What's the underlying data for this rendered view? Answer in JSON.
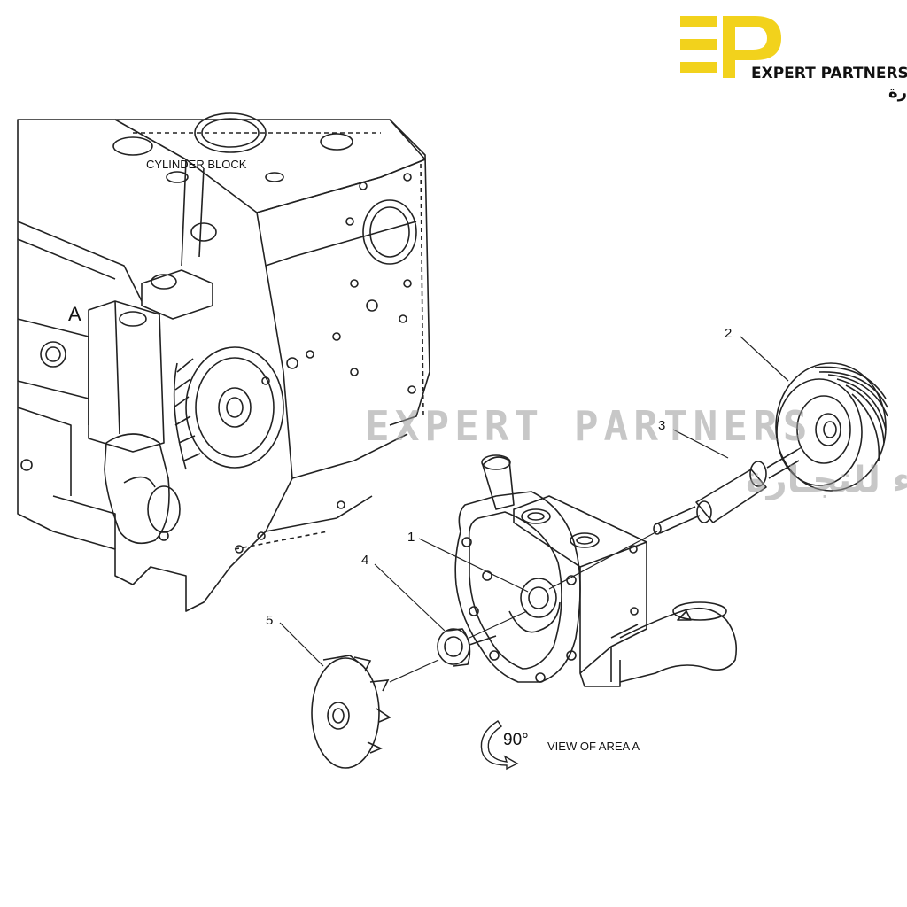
{
  "brand": {
    "name_en": "EXPERT PARTNERS",
    "name_ar": "شركـاء الخبـراء للتجـارة",
    "accent_color": "#F2D21C",
    "logo_icon": "ep-logo-icon"
  },
  "labels": {
    "cylinder_block": "CYLINDER BLOCK",
    "area_marker": "A",
    "rotation": "90°",
    "view_caption": "VIEW OF AREA A"
  },
  "callouts": [
    {
      "number": "1",
      "part": "water pump housing"
    },
    {
      "number": "2",
      "part": "pulley"
    },
    {
      "number": "3",
      "part": "shaft"
    },
    {
      "number": "4",
      "part": "seal"
    },
    {
      "number": "5",
      "part": "impeller"
    }
  ],
  "watermark": {
    "text_en": "EXPERT PARTNERS",
    "text_ar": "شركـاء الخبـراء للتجـارة",
    "color": "#9A9A9A"
  }
}
